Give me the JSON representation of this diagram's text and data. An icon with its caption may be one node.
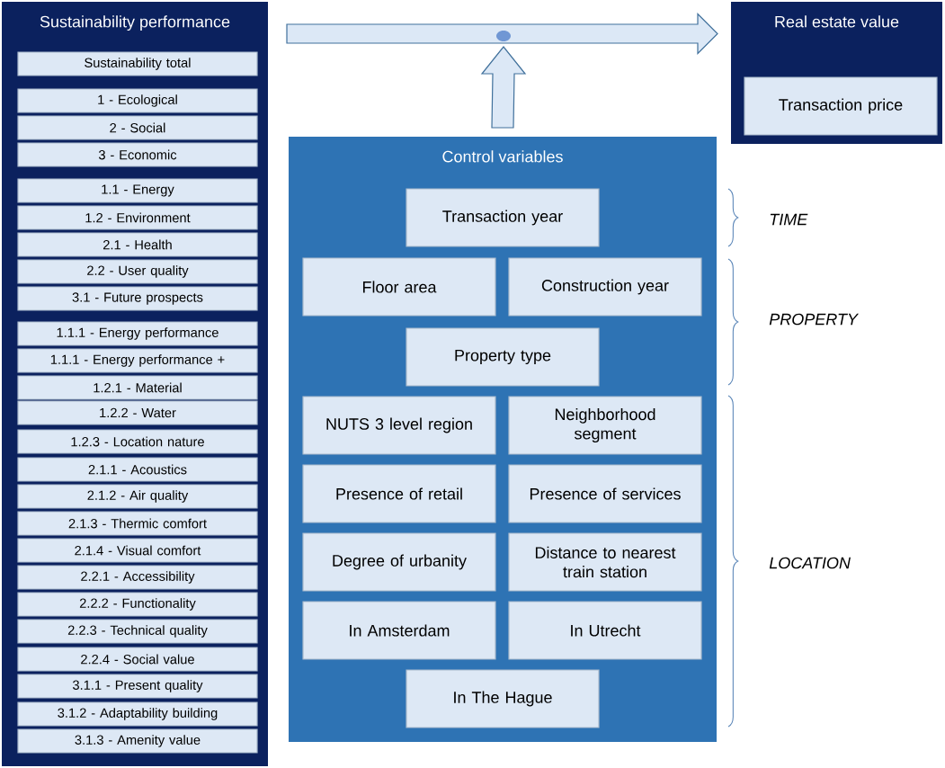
{
  "diagram": {
    "nodes": [
      {
        "text": [
          "Sustainability performance"
        ]
      },
      {
        "text": [
          "Sustainability total"
        ],
        "in": 0
      },
      {
        "text": [
          "1 - Ecological"
        ],
        "in": 0
      },
      {
        "text": [
          "2 - Social"
        ],
        "in": 0
      },
      {
        "text": [
          "3 - Economic"
        ],
        "in": 0
      },
      {
        "text": [
          "1.1 - Energy"
        ],
        "in": 0
      },
      {
        "text": [
          "1.2 - Environment"
        ],
        "in": 0
      },
      {
        "text": [
          "2.1 - Health"
        ],
        "in": 0
      },
      {
        "text": [
          "2.2 - User quality"
        ],
        "in": 0
      },
      {
        "text": [
          "3.1 - Future prospects"
        ],
        "in": 0
      },
      {
        "text": [
          "1.1.1 - Energy performance"
        ],
        "in": 0
      },
      {
        "text": [
          "1.1.1 - Energy performance +"
        ],
        "in": 0
      },
      {
        "text": [
          "1.2.1 - Material"
        ],
        "in": 0
      },
      {
        "text": [
          "1.2.2 - Water"
        ],
        "in": 0
      },
      {
        "text": [
          "1.2.3 - Location nature"
        ],
        "in": 0
      },
      {
        "text": [
          "2.1.1 - Acoustics"
        ],
        "in": 0
      },
      {
        "text": [
          "2.1.2 - Air quality"
        ],
        "in": 0
      },
      {
        "text": [
          "2.1.3 - Thermic comfort"
        ],
        "in": 0
      },
      {
        "text": [
          "2.1.4 - Visual comfort"
        ],
        "in": 0
      },
      {
        "text": [
          "2.2.1 - Accessibility"
        ],
        "in": 0
      },
      {
        "text": [
          "2.2.2 - Functionality"
        ],
        "in": 0
      },
      {
        "text": [
          "2.2.3 - Technical quality"
        ],
        "in": 0
      },
      {
        "text": [
          "2.2.4 - Social value"
        ],
        "in": 0
      },
      {
        "text": [
          "3.1.1 - Present quality"
        ],
        "in": 0
      },
      {
        "text": [
          "3.1.2 - Adaptability building"
        ],
        "in": 0
      },
      {
        "text": [
          "3.1.3 - Amenity value"
        ],
        "in": 0
      },
      {
        "text": [
          "Real estate value"
        ]
      },
      {
        "text": [
          "Transaction price"
        ],
        "in": 26
      },
      {
        "text": [
          "Control variables"
        ]
      },
      {
        "text": [
          "Transaction year"
        ],
        "in": 28
      },
      {
        "text": [
          "Floor area"
        ],
        "in": 28
      },
      {
        "text": [
          "Construction year"
        ],
        "in": 28
      },
      {
        "text": [
          "Property type"
        ],
        "in": 28
      },
      {
        "text": [
          "NUTS 3 level region"
        ],
        "in": 28
      },
      {
        "text": [
          "Neighborhood segment"
        ],
        "in": 28
      },
      {
        "text": [
          "Presence of retail"
        ],
        "in": 28
      },
      {
        "text": [
          "Presence of services"
        ],
        "in": 28
      },
      {
        "text": [
          "Degree of urbanity"
        ],
        "in": 28
      },
      {
        "text": [
          "Distance to nearest train station"
        ],
        "in": 28
      },
      {
        "text": [
          "In Amsterdam"
        ],
        "in": 28
      },
      {
        "text": [
          "In Utrecht"
        ],
        "in": 28
      },
      {
        "text": [
          "In The Hague"
        ],
        "in": 28
      },
      {
        "text": [],
        "shape": "circle"
      }
    ],
    "edges": [
      {
        "from": 0,
        "to": 26,
        "arrow": "to"
      },
      {
        "from": 28,
        "to": 42,
        "arrow": "to"
      }
    ],
    "labels": [
      "TIME",
      "PROPERTY",
      "LOCATION"
    ]
  }
}
